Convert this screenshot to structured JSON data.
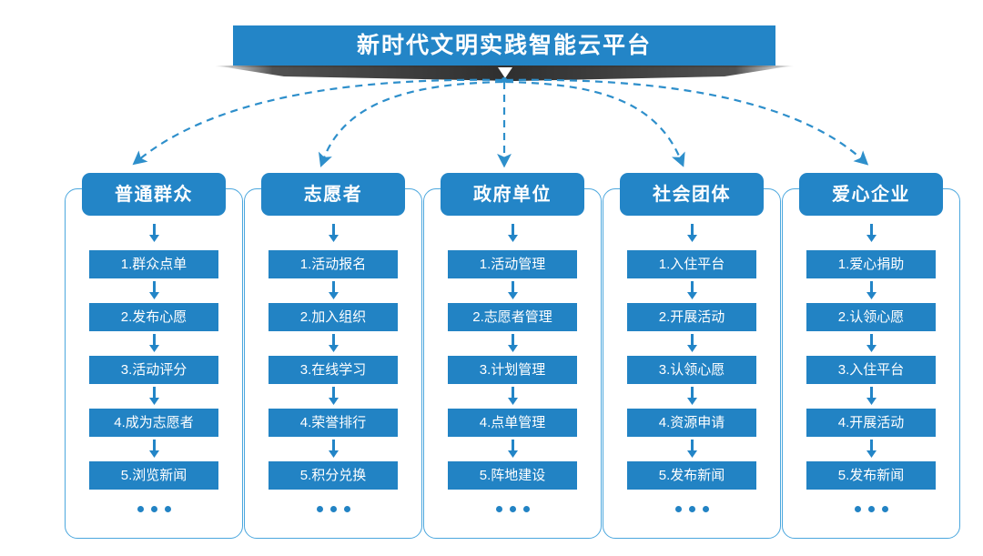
{
  "header": {
    "title": "新时代文明实践智能云平台",
    "banner_color": "#2385C7",
    "ribbon_color": "#333333",
    "caret_icon": "caret-down-icon"
  },
  "theme": {
    "accent": "#2385C7",
    "step_fill": "#2283C4",
    "frame_border": "#4BA7DE",
    "arrow_color": "#2385C7",
    "dashed_connector": "#2E8FCB",
    "text_on_accent": "#FFFFFF",
    "background": "#FFFFFF"
  },
  "connectors": {
    "style": "dashed",
    "origin_label": "platform-hub",
    "count": 5
  },
  "columns": [
    {
      "id": "public",
      "title": "普通群众",
      "steps": [
        "1.群众点单",
        "2.发布心愿",
        "3.活动评分",
        "4.成为志愿者",
        "5.浏览新闻"
      ],
      "more": "..."
    },
    {
      "id": "volunteer",
      "title": "志愿者",
      "steps": [
        "1.活动报名",
        "2.加入组织",
        "3.在线学习",
        "4.荣誉排行",
        "5.积分兑换"
      ],
      "more": "..."
    },
    {
      "id": "government",
      "title": "政府单位",
      "steps": [
        "1.活动管理",
        "2.志愿者管理",
        "3.计划管理",
        "4.点单管理",
        "5.阵地建设"
      ],
      "more": "..."
    },
    {
      "id": "social-group",
      "title": "社会团体",
      "steps": [
        "1.入住平台",
        "2.开展活动",
        "3.认领心愿",
        "4.资源申请",
        "5.发布新闻"
      ],
      "more": "..."
    },
    {
      "id": "enterprise",
      "title": "爱心企业",
      "steps": [
        "1.爱心捐助",
        "2.认领心愿",
        "3.入住平台",
        "4.开展活动",
        "5.发布新闻"
      ],
      "more": "..."
    }
  ]
}
